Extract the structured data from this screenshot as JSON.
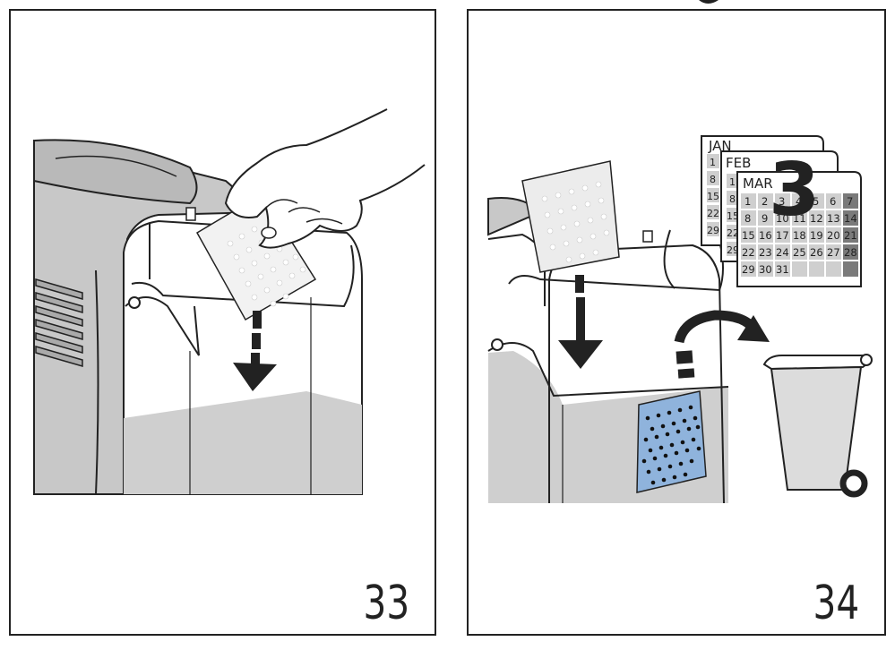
{
  "panels": [
    {
      "id": "33",
      "step_number": "33"
    },
    {
      "id": "34",
      "step_number": "34"
    }
  ],
  "calendar": {
    "months": [
      "JAN",
      "FEB",
      "MAR"
    ],
    "big_number": "3",
    "jan_rows": [
      "1",
      "8",
      "15",
      "22",
      "29"
    ],
    "feb_rows": [
      "1",
      "8",
      "15",
      "22",
      "29"
    ],
    "mar_rows": [
      [
        "1",
        "2",
        "3",
        "4",
        "5",
        "6",
        "7"
      ],
      [
        "8",
        "9",
        "10",
        "11",
        "12",
        "13",
        "14"
      ],
      [
        "15",
        "16",
        "17",
        "18",
        "19",
        "20",
        "21"
      ],
      [
        "22",
        "23",
        "24",
        "25",
        "26",
        "27",
        "28"
      ],
      [
        "29",
        "30",
        "31",
        "",
        "",
        "",
        ""
      ]
    ]
  },
  "colors": {
    "line": "#222222",
    "appliance_gray": "#c8c8c8",
    "tray_gray": "#d0d0d0",
    "used_filter_blue": "#8fb3dc",
    "calendar_weekend": "#7a7a7a",
    "calendar_cell": "#cfcfcf"
  }
}
